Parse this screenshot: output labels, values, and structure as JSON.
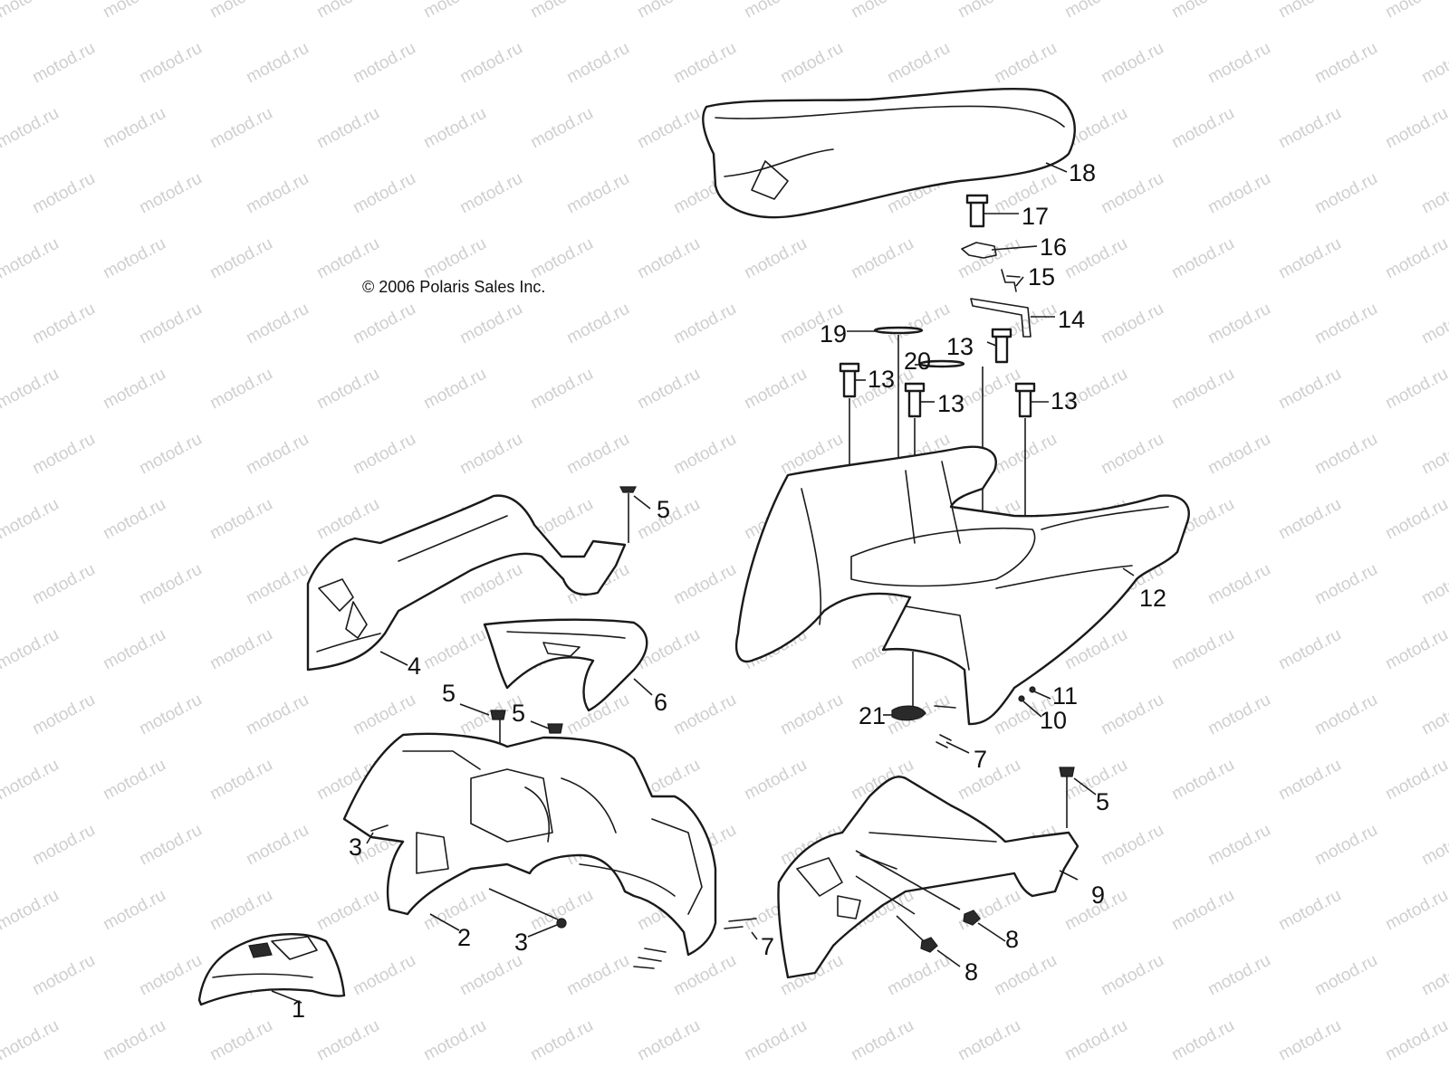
{
  "watermark": "motod.ru",
  "copyright": "© 2006 Polaris Sales Inc.",
  "callouts": [
    "1",
    "2",
    "3",
    "3",
    "4",
    "5",
    "5",
    "5",
    "5",
    "6",
    "7",
    "7",
    "8",
    "8",
    "9",
    "10",
    "11",
    "12",
    "13",
    "13",
    "13",
    "13",
    "14",
    "15",
    "16",
    "17",
    "18",
    "19",
    "20",
    "21"
  ],
  "colors": {
    "line": "#1a1a1a",
    "watermark": "#cfcfcf",
    "background": "#ffffff"
  }
}
